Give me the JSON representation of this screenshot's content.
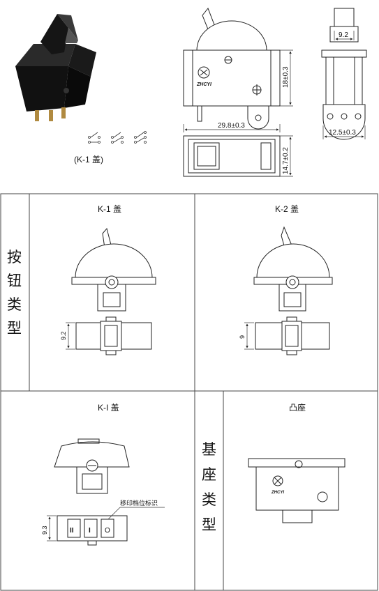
{
  "top": {
    "caption": "(K-1 盖)",
    "dims": {
      "height": "18±0.3",
      "length": "29.8±0.3",
      "width": "14.7±0.2",
      "side_top": "9.2",
      "side_bottom": "12.5±0.3"
    },
    "logo_text": "ZHCYI"
  },
  "section_button": {
    "vertical_label": [
      "按",
      "钮",
      "类",
      "型"
    ],
    "k1": {
      "title": "K-1 盖",
      "dim": "9.2"
    },
    "k2": {
      "title": "K-2 盖",
      "dim": "9"
    }
  },
  "section_bottom": {
    "ki": {
      "title": "K-I 盖",
      "dim": "9.3",
      "annotation": "移印档位标识",
      "marks": [
        "II",
        "I",
        "O"
      ]
    },
    "base_vertical_label": [
      "基",
      "座",
      "类",
      "型"
    ],
    "base": {
      "title": "凸座",
      "logo_text": "ZHCYI"
    }
  }
}
